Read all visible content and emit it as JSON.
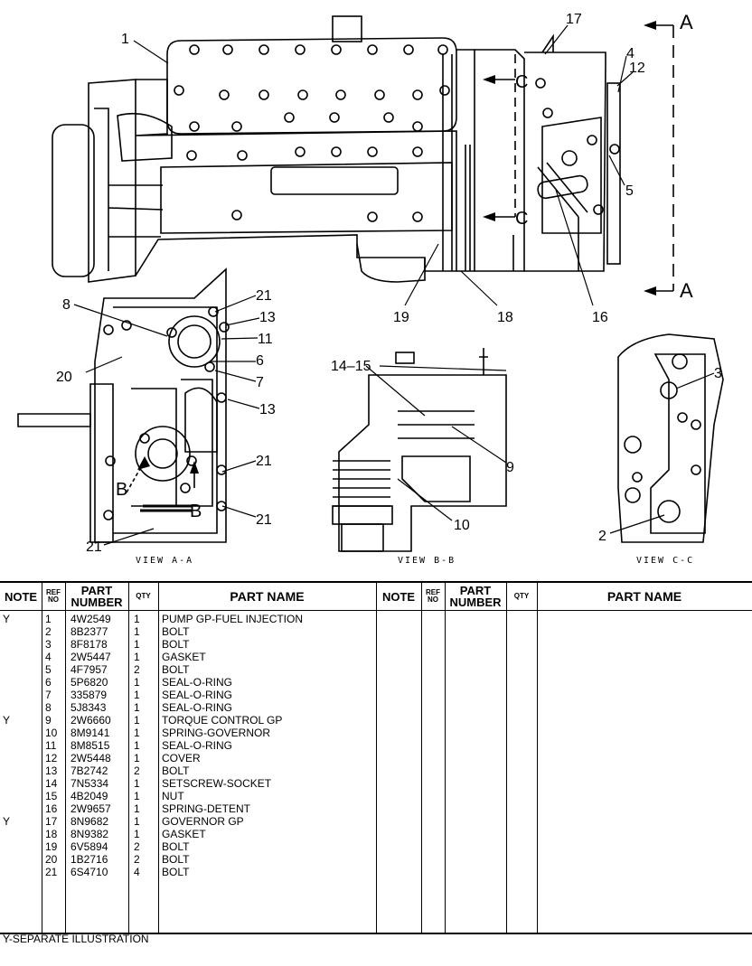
{
  "callouts": {
    "c1": "1",
    "c17": "17",
    "c4": "4",
    "c12": "12",
    "c5": "5",
    "c16": "16",
    "c18": "18",
    "c19": "19",
    "c8": "8",
    "c21a": "21",
    "c13a": "13",
    "c11": "11",
    "c20": "20",
    "c6": "6",
    "c7": "7",
    "c13b": "13",
    "c21b": "21",
    "c21c": "21",
    "c21d": "21",
    "c14_15": "14–15",
    "c9": "9",
    "c10": "10",
    "c3": "3",
    "c2": "2"
  },
  "section_labels": {
    "A_top": "A",
    "A_bottom": "A",
    "C_top": "C",
    "C_bottom": "C",
    "B_left": "B",
    "B_right": "B"
  },
  "views": {
    "a": "VIEW A-A",
    "b": "VIEW B-B",
    "c": "VIEW C-C"
  },
  "table": {
    "headers": {
      "note": "NOTE",
      "ref_top": "REF",
      "ref_bottom": "NO",
      "part_top": "PART",
      "part_bottom": "NUMBER",
      "qty": "QTY",
      "name": "PART NAME"
    },
    "rows": [
      {
        "note": "Y",
        "ref": "1",
        "part": "4W2549",
        "qty": "1",
        "name": "PUMP GP-FUEL INJECTION"
      },
      {
        "note": "",
        "ref": "2",
        "part": "8B2377",
        "qty": "1",
        "name": "BOLT"
      },
      {
        "note": "",
        "ref": "3",
        "part": "8F8178",
        "qty": "1",
        "name": "BOLT"
      },
      {
        "note": "",
        "ref": "4",
        "part": "2W5447",
        "qty": "1",
        "name": "GASKET"
      },
      {
        "note": "",
        "ref": "5",
        "part": "4F7957",
        "qty": "2",
        "name": "BOLT"
      },
      {
        "note": "",
        "ref": "6",
        "part": "5P6820",
        "qty": "1",
        "name": "SEAL-O-RING"
      },
      {
        "note": "",
        "ref": "7",
        "part": "335879",
        "qty": "1",
        "name": "SEAL-O-RING"
      },
      {
        "note": "",
        "ref": "8",
        "part": "5J8343",
        "qty": "1",
        "name": "SEAL-O-RING"
      },
      {
        "note": "Y",
        "ref": "9",
        "part": "2W6660",
        "qty": "1",
        "name": "TORQUE CONTROL GP"
      },
      {
        "note": "",
        "ref": "10",
        "part": "8M9141",
        "qty": "1",
        "name": "SPRING-GOVERNOR"
      },
      {
        "note": "",
        "ref": "11",
        "part": "8M8515",
        "qty": "1",
        "name": "SEAL-O-RING"
      },
      {
        "note": "",
        "ref": "12",
        "part": "2W5448",
        "qty": "1",
        "name": "COVER"
      },
      {
        "note": "",
        "ref": "13",
        "part": "7B2742",
        "qty": "2",
        "name": "BOLT"
      },
      {
        "note": "",
        "ref": "14",
        "part": "7N5334",
        "qty": "1",
        "name": "SETSCREW-SOCKET"
      },
      {
        "note": "",
        "ref": "15",
        "part": "4B2049",
        "qty": "1",
        "name": "NUT"
      },
      {
        "note": "",
        "ref": "16",
        "part": "2W9657",
        "qty": "1",
        "name": "SPRING-DETENT"
      },
      {
        "note": "Y",
        "ref": "17",
        "part": "8N9682",
        "qty": "1",
        "name": "GOVERNOR GP"
      },
      {
        "note": "",
        "ref": "18",
        "part": "8N9382",
        "qty": "1",
        "name": "GASKET"
      },
      {
        "note": "",
        "ref": "19",
        "part": "6V5894",
        "qty": "2",
        "name": "BOLT"
      },
      {
        "note": "",
        "ref": "20",
        "part": "1B2716",
        "qty": "2",
        "name": "BOLT"
      },
      {
        "note": "",
        "ref": "21",
        "part": "6S4710",
        "qty": "4",
        "name": "BOLT"
      }
    ]
  },
  "footnote": "Y-SEPARATE ILLUSTRATION"
}
